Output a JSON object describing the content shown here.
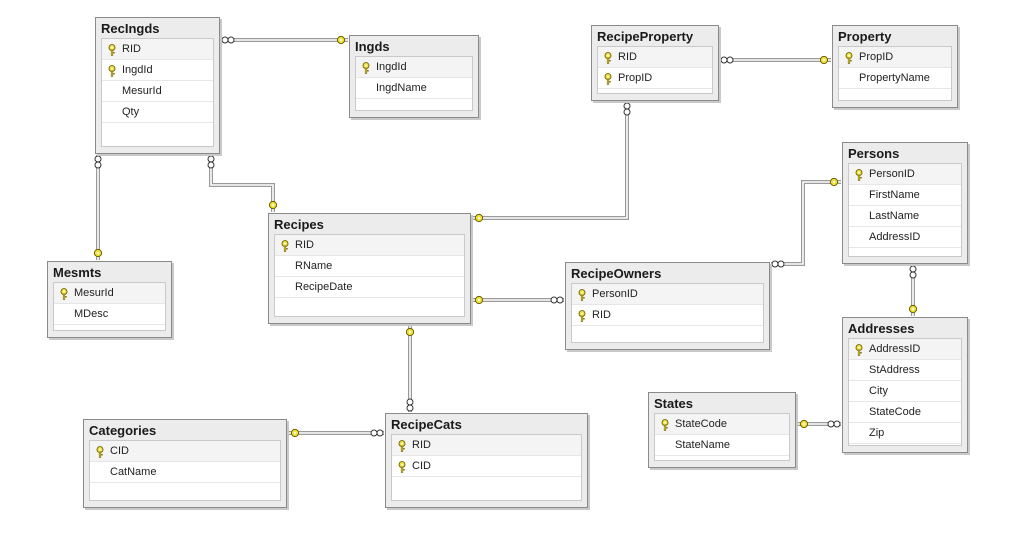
{
  "diagram": {
    "tables": [
      {
        "id": "recingds",
        "name": "RecIngds",
        "columns": [
          {
            "name": "RID",
            "pk": true
          },
          {
            "name": "IngdId",
            "pk": true
          },
          {
            "name": "MesurId",
            "pk": false
          },
          {
            "name": "Qty",
            "pk": false
          }
        ]
      },
      {
        "id": "ingds",
        "name": "Ingds",
        "columns": [
          {
            "name": "IngdId",
            "pk": true
          },
          {
            "name": "IngdName",
            "pk": false
          }
        ]
      },
      {
        "id": "recipeproperty",
        "name": "RecipeProperty",
        "columns": [
          {
            "name": "RID",
            "pk": true
          },
          {
            "name": "PropID",
            "pk": true
          }
        ]
      },
      {
        "id": "property",
        "name": "Property",
        "columns": [
          {
            "name": "PropID",
            "pk": true
          },
          {
            "name": "PropertyName",
            "pk": false
          }
        ]
      },
      {
        "id": "persons",
        "name": "Persons",
        "columns": [
          {
            "name": "PersonID",
            "pk": true
          },
          {
            "name": "FirstName",
            "pk": false
          },
          {
            "name": "LastName",
            "pk": false
          },
          {
            "name": "AddressID",
            "pk": false
          }
        ]
      },
      {
        "id": "recipes",
        "name": "Recipes",
        "columns": [
          {
            "name": "RID",
            "pk": true
          },
          {
            "name": "RName",
            "pk": false
          },
          {
            "name": "RecipeDate",
            "pk": false
          }
        ]
      },
      {
        "id": "mesmts",
        "name": "Mesmts",
        "columns": [
          {
            "name": "MesurId",
            "pk": true
          },
          {
            "name": "MDesc",
            "pk": false
          }
        ]
      },
      {
        "id": "recipeowners",
        "name": "RecipeOwners",
        "columns": [
          {
            "name": "PersonID",
            "pk": true
          },
          {
            "name": "RID",
            "pk": true
          }
        ]
      },
      {
        "id": "addresses",
        "name": "Addresses",
        "columns": [
          {
            "name": "AddressID",
            "pk": true
          },
          {
            "name": "StAddress",
            "pk": false
          },
          {
            "name": "City",
            "pk": false
          },
          {
            "name": "StateCode",
            "pk": false
          },
          {
            "name": "Zip",
            "pk": false
          }
        ]
      },
      {
        "id": "states",
        "name": "States",
        "columns": [
          {
            "name": "StateCode",
            "pk": true
          },
          {
            "name": "StateName",
            "pk": false
          }
        ]
      },
      {
        "id": "categories",
        "name": "Categories",
        "columns": [
          {
            "name": "CID",
            "pk": true
          },
          {
            "name": "CatName",
            "pk": false
          }
        ]
      },
      {
        "id": "recipecats",
        "name": "RecipeCats",
        "columns": [
          {
            "name": "RID",
            "pk": true
          },
          {
            "name": "CID",
            "pk": true
          }
        ]
      }
    ],
    "relationships": [
      {
        "many": "recingds",
        "one": "ingds"
      },
      {
        "many": "recingds",
        "one": "mesmts"
      },
      {
        "many": "recingds",
        "one": "recipes"
      },
      {
        "many": "recipeproperty",
        "one": "property"
      },
      {
        "many": "recipeproperty",
        "one": "recipes"
      },
      {
        "many": "recipeowners",
        "one": "persons"
      },
      {
        "many": "recipeowners",
        "one": "recipes"
      },
      {
        "many": "persons",
        "one": "addresses"
      },
      {
        "many": "addresses",
        "one": "states"
      },
      {
        "many": "recipecats",
        "one": "recipes"
      },
      {
        "many": "recipecats",
        "one": "categories"
      }
    ],
    "colors": {
      "key": "#f2e23a",
      "line": "#7a7a7a",
      "border": "#8a8a8a",
      "header": "#ececec"
    }
  }
}
